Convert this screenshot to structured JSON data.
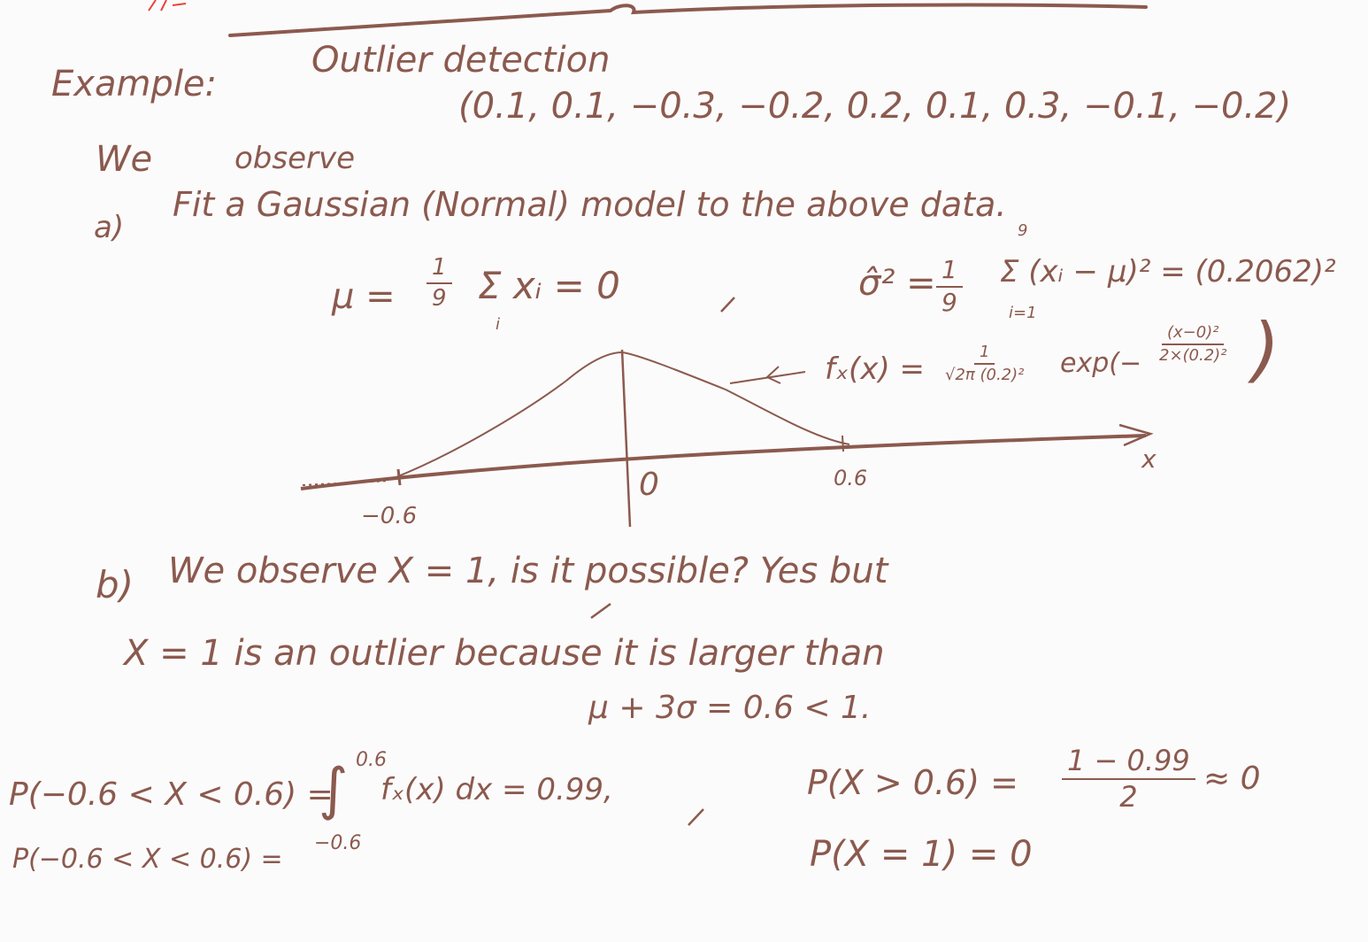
{
  "header": {
    "example_label": "Example:",
    "topic": "Outlier detection"
  },
  "observation": {
    "prefix": "We",
    "verb": "observe",
    "data_text": "(0.1, 0.1, −0.3, −0.2, 0.2, 0.1, 0.3, −0.1, −0.2)"
  },
  "part_a": {
    "label": "a)",
    "text": "Fit a Gaussian (Normal) model to the above data.",
    "mu_formula": "μ = ",
    "mu_frac_num": "1",
    "mu_frac_den": "9",
    "mu_sum": "Σ xᵢ = 0",
    "mu_sum_index": "i",
    "sigma_formula": "σ̂² = ",
    "sigma_frac_num": "1",
    "sigma_frac_den": "9",
    "sigma_sum": "Σ (xᵢ − μ)² = (0.2062)²",
    "sigma_sum_upper": "9",
    "sigma_sum_lower": "i=1",
    "pdf_lhs": "fₓ(x) =",
    "pdf_frac_num": "1",
    "pdf_frac_den": "√2π (0.2)²",
    "pdf_exp": "exp(−",
    "pdf_exp_num": "(x−0)²",
    "pdf_exp_den": "2×(0.2)²",
    "pdf_exp_close": ")"
  },
  "graph": {
    "tick_neg": "−0.6",
    "tick_zero": "0",
    "tick_pos": "0.6",
    "axis_label": "x"
  },
  "part_b": {
    "label": "b)",
    "line1": "We observe X = 1, is it possible? Yes but",
    "line2": "X = 1 is an outlier because it is larger than",
    "line3": "μ + 3σ = 0.6 < 1."
  },
  "probabilities": {
    "p1_lhs": "P(−0.6 < X < 0.6) =",
    "p1_integral": "∫",
    "p1_upper": "0.6",
    "p1_lower": "−0.6",
    "p1_rhs": "fₓ(x) dx = 0.99,",
    "p2_lhs": "P(−0.6 < X < 0.6) =",
    "p3_lhs": "P(X > 0.6) =",
    "p3_num": "1 − 0.99",
    "p3_den": "2",
    "p3_rhs": "≈ 0",
    "p4": "P(X = 1) = 0"
  },
  "colors": {
    "ink": "#8b5a4e",
    "background": "#fcfbfc",
    "red_mark": "#e8433a"
  }
}
